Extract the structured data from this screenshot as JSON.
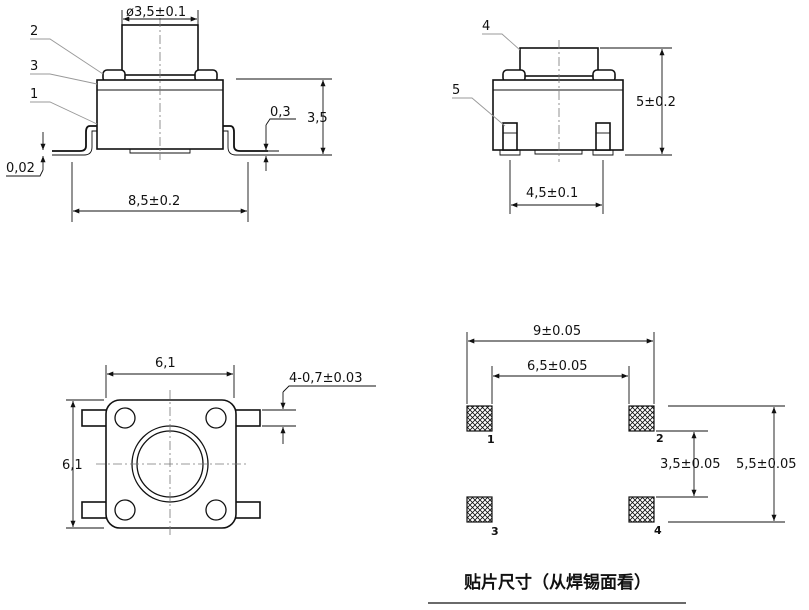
{
  "side_view": {
    "callouts": [
      "2",
      "3",
      "1"
    ],
    "dims": {
      "button_diameter": "ø3,5±0.1",
      "lead_thickness": "0,3",
      "height": "3,5",
      "standoff": "0,02",
      "overall_length": "8,5±0.2"
    }
  },
  "front_view": {
    "callouts": [
      "4",
      "5"
    ],
    "dims": {
      "height": "5±0.2",
      "lead_spacing": "4,5±0.1"
    }
  },
  "top_view": {
    "dims": {
      "width": "6,1",
      "depth": "6,1",
      "lead_width": "4-0,7±0.03"
    }
  },
  "pad_layout": {
    "dims": {
      "outer_span": "9±0.05",
      "inner_span": "6,5±0.05",
      "pad_pitch_small": "3,5±0.05",
      "pad_pitch_large": "5,5±0.05"
    },
    "pads": [
      "1",
      "2",
      "3",
      "4"
    ],
    "caption": "贴片尺寸（从焊锡面看）"
  }
}
